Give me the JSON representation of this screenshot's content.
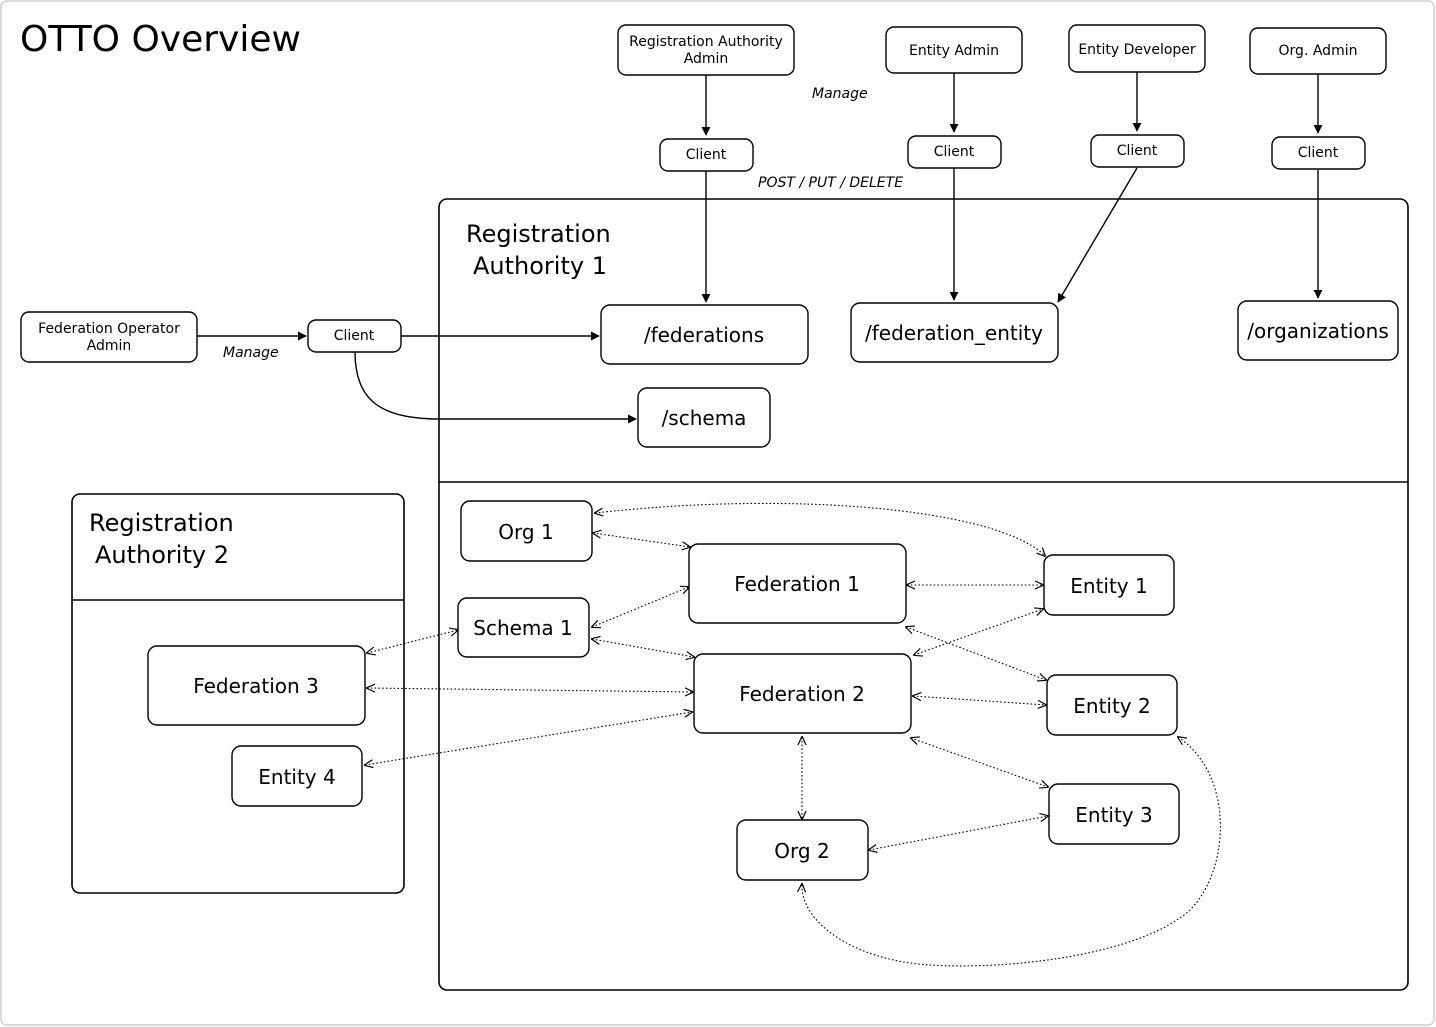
{
  "title": "OTTO Overview",
  "registration_authority_1": {
    "line1": "Registration",
    "line2": "Authority 1"
  },
  "registration_authority_2": {
    "line1": "Registration",
    "line2": "Authority 2"
  },
  "actors": {
    "ra_admin": {
      "line1": "Registration Authority",
      "line2": "Admin"
    },
    "entity_admin": "Entity Admin",
    "entity_developer": "Entity Developer",
    "org_admin": "Org. Admin",
    "fed_operator": {
      "line1": "Federation Operator",
      "line2": "Admin"
    }
  },
  "client_label": "Client",
  "labels": {
    "manage_top": "Manage",
    "manage_left": "Manage",
    "post_put_delete": "POST / PUT / DELETE"
  },
  "endpoints": {
    "federations": "/federations",
    "federation_entity": "/federation_entity",
    "organizations": "/organizations",
    "schema": "/schema"
  },
  "objects": {
    "org1": "Org 1",
    "org2": "Org 2",
    "federation1": "Federation 1",
    "federation2": "Federation 2",
    "federation3": "Federation 3",
    "schema1": "Schema 1",
    "entity1": "Entity 1",
    "entity2": "Entity 2",
    "entity3": "Entity 3",
    "entity4": "Entity 4"
  }
}
